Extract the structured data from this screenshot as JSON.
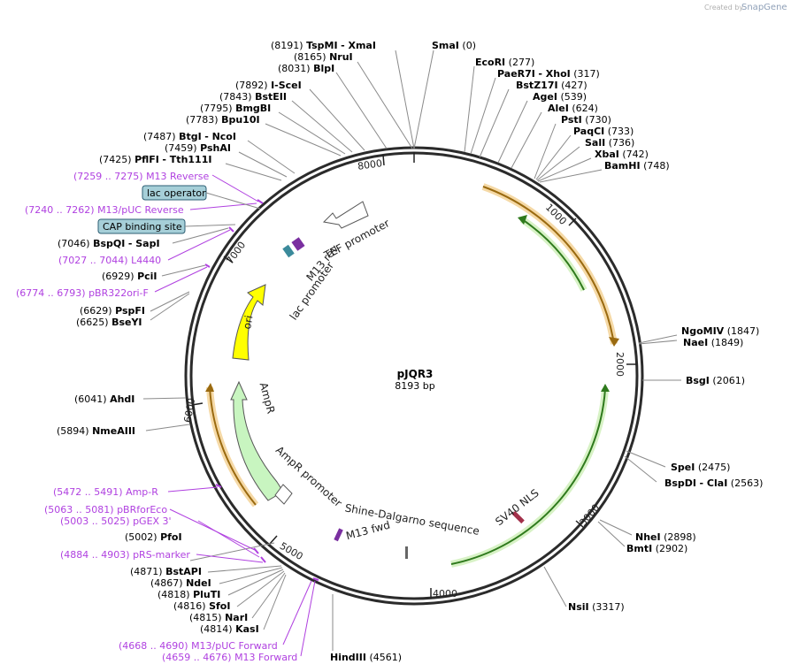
{
  "branding": {
    "created_by": "Created by",
    "app_name": "SnapGene"
  },
  "plasmid": {
    "name": "pJQR3",
    "size_label": "8193 bp"
  },
  "colors": {
    "feature_orange": "#e8a640",
    "feature_green": "#8dd45a",
    "feature_yellow": "#ffff00",
    "feature_lightgreen": "#c8f5c0",
    "primer_purple": "#b041e0"
  },
  "ticks": [
    "1000",
    "2000",
    "3000",
    "4000",
    "5000",
    "6000",
    "7000",
    "8000"
  ],
  "features": {
    "tef_promoter": "TEF promoter",
    "m13_rev": "M13 rev",
    "lac_promoter": "lac promoter",
    "ori": "ori",
    "ampr": "AmpR",
    "ampr_promoter": "AmpR promoter",
    "shine_dalgarno": "Shine-Dalgarno sequence",
    "m13_fwd": "M13 fwd",
    "sv40_nls": "SV40 NLS"
  },
  "boxes": {
    "lac_operator": "lac operator",
    "cap_site": "CAP binding site"
  },
  "sites_left": [
    {
      "pos": "(8191)",
      "name": "TspMI",
      "extra": "- XmaI"
    },
    {
      "pos": "(8165)",
      "name": "NruI",
      "extra": ""
    },
    {
      "pos": "(8031)",
      "name": "BlpI",
      "extra": ""
    },
    {
      "pos": "(7892)",
      "name": "I-SceI",
      "extra": ""
    },
    {
      "pos": "(7843)",
      "name": "BstEII",
      "extra": ""
    },
    {
      "pos": "(7795)",
      "name": "BmgBI",
      "extra": ""
    },
    {
      "pos": "(7783)",
      "name": "Bpu10I",
      "extra": ""
    },
    {
      "pos": "(7487)",
      "name": "BtgI",
      "extra": "- NcoI"
    },
    {
      "pos": "(7459)",
      "name": "PshAI",
      "extra": ""
    },
    {
      "pos": "(7425)",
      "name": "PflFI",
      "extra": "- Tth111I"
    },
    {
      "pos": "(7046)",
      "name": "BspQI",
      "extra": "- SapI"
    },
    {
      "pos": "(6929)",
      "name": "PciI",
      "extra": ""
    },
    {
      "pos": "(6629)",
      "name": "PspFI",
      "extra": ""
    },
    {
      "pos": "(6625)",
      "name": "BseYI",
      "extra": ""
    },
    {
      "pos": "(6041)",
      "name": "AhdI",
      "extra": ""
    },
    {
      "pos": "(5894)",
      "name": "NmeAIII",
      "extra": ""
    },
    {
      "pos": "(5002)",
      "name": "PfoI",
      "extra": ""
    },
    {
      "pos": "(4871)",
      "name": "BstAPI",
      "extra": ""
    },
    {
      "pos": "(4867)",
      "name": "NdeI",
      "extra": ""
    },
    {
      "pos": "(4818)",
      "name": "PluTI",
      "extra": ""
    },
    {
      "pos": "(4816)",
      "name": "SfoI",
      "extra": ""
    },
    {
      "pos": "(4815)",
      "name": "NarI",
      "extra": ""
    },
    {
      "pos": "(4814)",
      "name": "KasI",
      "extra": ""
    }
  ],
  "sites_right": [
    {
      "name": "SmaI",
      "pos": "(0)",
      "extra": ""
    },
    {
      "name": "EcoRI",
      "pos": "(277)",
      "extra": ""
    },
    {
      "name": "PaeR7I",
      "pos": "(317)",
      "extra": "- XhoI"
    },
    {
      "name": "BstZ17I",
      "pos": "(427)",
      "extra": ""
    },
    {
      "name": "AgeI",
      "pos": "(539)",
      "extra": ""
    },
    {
      "name": "AleI",
      "pos": "(624)",
      "extra": ""
    },
    {
      "name": "PstI",
      "pos": "(730)",
      "extra": ""
    },
    {
      "name": "PaqCI",
      "pos": "(733)",
      "extra": ""
    },
    {
      "name": "SalI",
      "pos": "(736)",
      "extra": ""
    },
    {
      "name": "XbaI",
      "pos": "(742)",
      "extra": ""
    },
    {
      "name": "BamHI",
      "pos": "(748)",
      "extra": ""
    },
    {
      "name": "NgoMIV",
      "pos": "(1847)",
      "extra": ""
    },
    {
      "name": "NaeI",
      "pos": "(1849)",
      "extra": ""
    },
    {
      "name": "BsgI",
      "pos": "(2061)",
      "extra": ""
    },
    {
      "name": "SpeI",
      "pos": "(2475)",
      "extra": ""
    },
    {
      "name": "BspDI",
      "pos": "(2563)",
      "extra": "- ClaI"
    },
    {
      "name": "NheI",
      "pos": "(2898)",
      "extra": ""
    },
    {
      "name": "BmtI",
      "pos": "(2902)",
      "extra": ""
    },
    {
      "name": "NsiI",
      "pos": "(3317)",
      "extra": ""
    },
    {
      "name": "HindIII",
      "pos": "(4561)",
      "extra": ""
    }
  ],
  "primers": [
    {
      "range": "(7259 .. 7275)",
      "name": "M13 Reverse"
    },
    {
      "range": "(7240 .. 7262)",
      "name": "M13/pUC Reverse"
    },
    {
      "range": "(7027 .. 7044)",
      "name": "L4440"
    },
    {
      "range": "(6774 .. 6793)",
      "name": "pBR322ori-F"
    },
    {
      "range": "(5472 .. 5491)",
      "name": "Amp-R"
    },
    {
      "range": "(5063 .. 5081)",
      "name": "pBRforEco"
    },
    {
      "range": "(5003 .. 5025)",
      "name": "pGEX 3'"
    },
    {
      "range": "(4884 .. 4903)",
      "name": "pRS-marker"
    },
    {
      "range": "(4668 .. 4690)",
      "name": "M13/pUC Forward"
    },
    {
      "range": "(4659 .. 4676)",
      "name": "M13 Forward"
    }
  ]
}
